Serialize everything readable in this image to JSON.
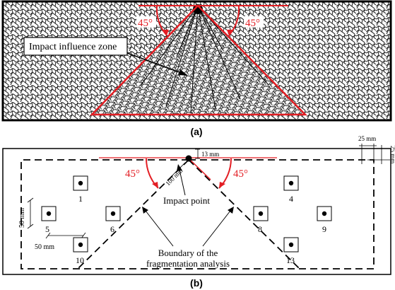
{
  "panel_a": {
    "caption": "(a)",
    "zone_label": "Impact influence zone",
    "angle_left": "45°",
    "angle_right": "45°"
  },
  "panel_b": {
    "caption": "(b)",
    "dim_13mm": "13 mm",
    "dim_25mm_top": "25 mm",
    "dim_25mm_side": "25 mm",
    "dim_100mm": "100 mm",
    "dim_50mm_v": "50 mm",
    "dim_50mm_h": "50 mm",
    "angle_left": "45°",
    "angle_right": "45°",
    "impact_label": "Impact point",
    "boundary_label_line1": "Boundary of the",
    "boundary_label_line2": "fragmentation analysis",
    "sensors": [
      "1",
      "4",
      "5",
      "6",
      "8",
      "9",
      "10",
      "13"
    ]
  },
  "colors": {
    "highlight": "#e31e24",
    "ink": "#000000"
  }
}
